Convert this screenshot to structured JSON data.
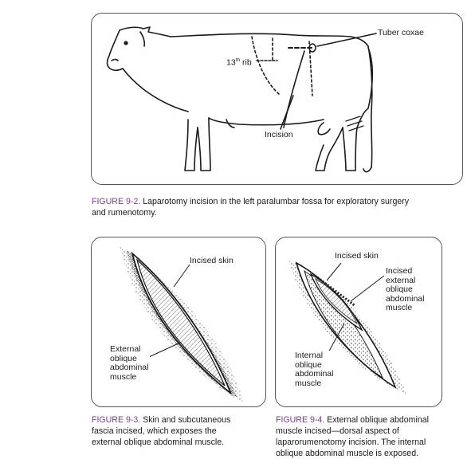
{
  "figures": [
    {
      "id": "9-2",
      "label": "FIGURE 9-2.",
      "caption_line1": "Laparotomy incision in the left paralumbar fossa for exploratory surgery",
      "caption_line2": "and rumenotomy.",
      "annotations": {
        "tuber_coxae": "Tuber coxae",
        "rib": "13",
        "rib_sup": "th",
        "rib_suffix": " rib",
        "incision": "Incision"
      }
    },
    {
      "id": "9-3",
      "label": "FIGURE 9-3.",
      "caption_line1": "Skin and subcutaneous",
      "caption_line2": "fascia incised, which exposes the",
      "caption_line3": "external oblique abdominal muscle.",
      "annotations": {
        "incised_skin": "Incised skin",
        "muscle": [
          "External",
          "oblique",
          "abdominal",
          "muscle"
        ]
      }
    },
    {
      "id": "9-4",
      "label": "FIGURE 9-4.",
      "caption_line1": "External oblique abdominal",
      "caption_line2": "muscle incised—dorsal aspect of",
      "caption_line3": "laparorumenotomy incision. The internal",
      "caption_line4": "oblique abdominal muscle is exposed.",
      "annotations": {
        "incised_skin": "Incised skin",
        "external_muscle": [
          "Incised",
          "external",
          "oblique",
          "abdominal",
          "muscle"
        ],
        "internal_muscle": [
          "Internal",
          "oblique",
          "abdominal",
          "muscle"
        ]
      }
    }
  ],
  "colors": {
    "figure_label": "#7a3c8f",
    "line": "#222222",
    "frame": "#555555"
  }
}
